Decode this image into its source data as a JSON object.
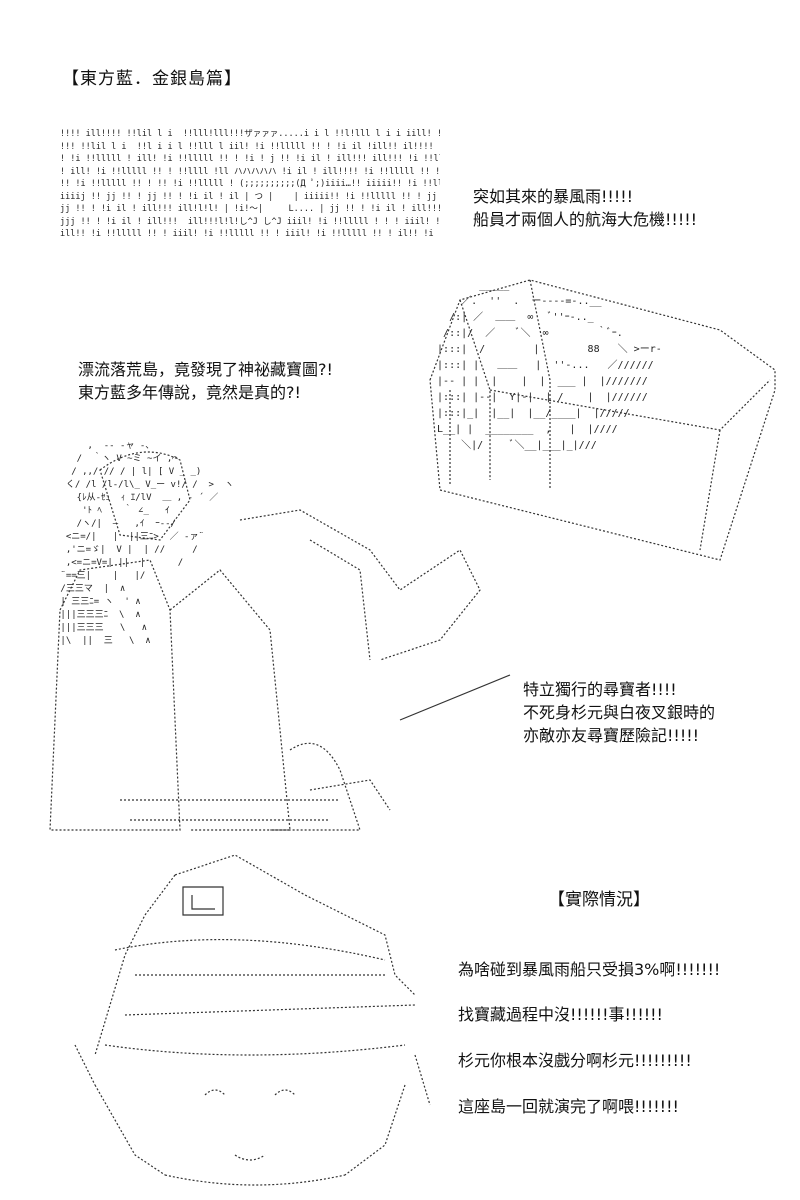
{
  "title": "【東方藍．金銀島篇】",
  "rain_aa": [
    "!!!! ill!!!! !!lil l i  !!lll!lll!!!ザァァァ.....i i l !!l!lll l i i iill! !i !!lllll !! ! !i il ! il",
    "!!! !!lil l i  !!l i i l !!lll l iil! !i !!lllll !! ! !i il !ill!! il!!!!  ill!!!! !!lil l i  !!lll!l!",
    "! !i !!lllll ! ill! !i !!lllll !! ! !i ! j !! !i il ! ill!!! ill!!! !i !!lllll !! ! !i il ! ill!!!  il",
    "! ill! !i !!lllll !! ! !!llll !ll ハハハハハ !i il ! ill!!!! !i !!lllll !! ! i il ! ill!!!  ill!",
    "!! !i !!lllll !! ! !! !i !!lllll ! (;;;;;;;;;;(Д ﾟ;)iiii…!! iiiii!! !i !!lllll !! ! !i il !! !i !!lllll !!",
    "iiiij !! jj !! ! jj !! ! !i il ! il | つ |    | iiiii!! !i !!lllll !! ! jj !! ! !i il ! ill!!!  ill!",
    "jj !! ! !i il ! ill!!! ill!l!l! | !i!〜|     L.... | jj !! ! !i il ! ill!!!  ill!!!l!! !i !!lllll !!",
    "jjj !! ! !i il ! ill!!!  ill!!!l!l!し^J し^J iiil! !i !!lllll ! ! ! iiil! !i !!lllll ! ! iiii  !!il",
    "ill!! !i !!lllll !! ! iiil! !i !!lllll !! ! iiil! !i !!lllll !! ! il!! !i !!lllll !! ! ill"
  ],
  "captions": {
    "storm": "突如其來的暴風雨!!!!!\n船員才兩個人的航海大危機!!!!!",
    "island": "漂流落荒島，竟發現了神祕藏寶圖?!\n東方藍多年傳說，竟然是真的?!",
    "hunters": "特立獨行的尋寶者!!!!\n不死身杉元與白夜叉銀時的\n亦敵亦友尋寶歷險記!!!!!",
    "reality_header": "【實際情況】"
  },
  "reality_lines": [
    "為啥碰到暴風雨船只受損3%啊!!!!!!!",
    "找寶藏過程中沒!!!!!!事!!!!!!",
    "杉元你根本沒戲分啊杉元!!!!!!!!!",
    "這座島一回就演完了啊喂!!!!!!!"
  ],
  "chest_aa": [
    "         _____",
    "      ／.  ''  .  ー----=-..__",
    "    /:| ／  ＿＿  ∞   ﾞ''ｰ-.._",
    "   /::|/  ／    ﾞ＼  ∞        ｀ﾞｰ.",
    "  |:::|  /        |        88   ＼ >ーr-",
    "  |:::| |   ＿＿   |  ''-...   ／////// ",
    "  |-- | |  |    |  |  ___ |  |/////// ",
    "  |:::| |--|  Y|-|  | /    |  |////// ",
    "  |:::|_|  |__|  |__/____|  |///// ",
    "  L__| |  ________  ,   |  |//// ",
    "      ＼|/     ﾞ＼__|___|_|/// "
  ],
  "chars_aa": [
    "      ,  -‐ -ャ ‐、",
    "    /  ｀ヽ V ~ミ ~イ ,⌒ ",
    "   / ,,/ // / | l| [ V _ _)",
    "  く/ /l /l-/l\\_ V_ー v!/ /  >  ヽ",
    "    {ﾚ从-ｾｭ  ｨ ｴ/lV  ＿ , ‐ ´ ／",
    "     'ﾄ ﾍ    ｀ ∠_   ｲ",
    "    /ヽ/|  ―   ,ｲ  ｰ--/ ",
    "  <ニ=/|   |  ||三ﾆ>  ／ -ァ¨",
    "  ,'ニ=ゞ|  V |  | //     / ",
    "  ,<=ニ=V=| ||  |      /   ",
    " ¨==三|    |   |/   ",
    " /三三マ  |  ∧   ",
    " | 三三ﾆ= ヽ  ' ∧  ",
    " |||三三三ﾆ  \\  ∧ ",
    " |||三三三   \\   ∧",
    " |\\  ||  三   \\  ∧"
  ]
}
